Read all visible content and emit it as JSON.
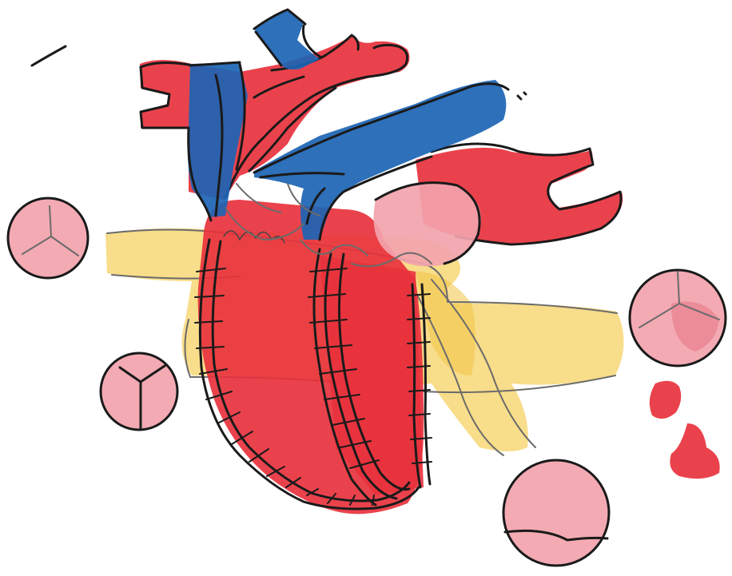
{
  "drawing": {
    "subject": "heart-sketch",
    "colors": {
      "background": "#ffffff",
      "red": "#e8323d",
      "red_light": "#f0505c",
      "blue": "#1c64b4",
      "pink": "#f2a3ad",
      "pink_dark": "#ec8a96",
      "yellow": "#f7d775",
      "yellow_dark": "#f1c245",
      "ink": "#1a1a1a",
      "grey_ink": "#6b6b6b"
    },
    "valve_discs": [
      {
        "name": "valve-disc-left-upper",
        "icon": "tricuspid-valve-icon"
      },
      {
        "name": "valve-disc-left-lower",
        "icon": "tricuspid-valve-icon"
      },
      {
        "name": "valve-disc-right-upper",
        "icon": "tricuspid-valve-icon"
      },
      {
        "name": "valve-disc-bottom",
        "icon": "bicuspid-valve-icon"
      }
    ],
    "blobs": [
      {
        "name": "red-blob-upper",
        "color": "#e8323d"
      },
      {
        "name": "red-blob-lower",
        "color": "#e8323d"
      }
    ]
  }
}
